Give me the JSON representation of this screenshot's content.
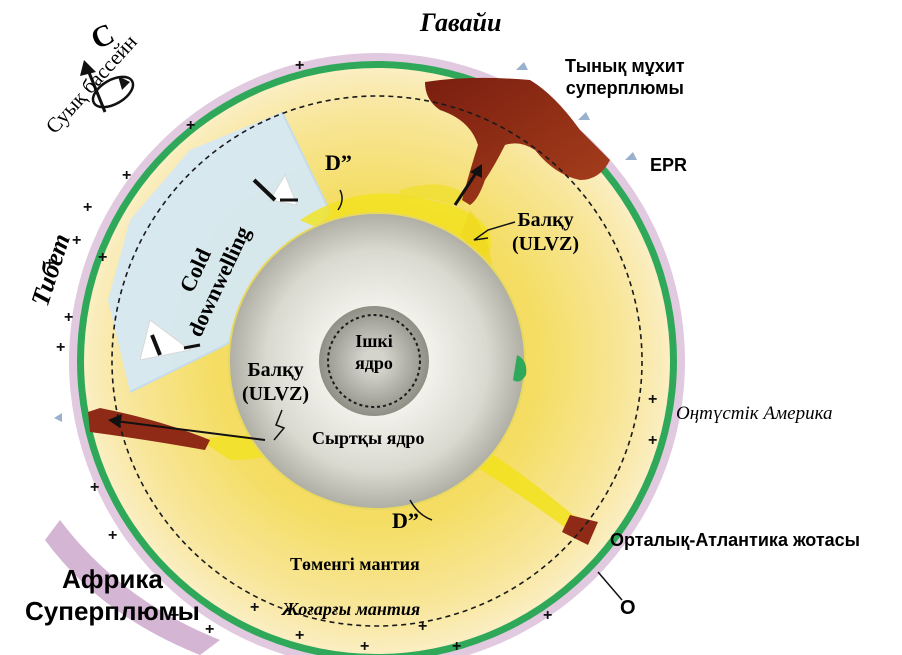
{
  "labels": {
    "hawaii": "Гавайи",
    "pacific_superplume_line1": "Тынық мұхит",
    "pacific_superplume_line2": "суперплюмы",
    "epr": "EPR",
    "cold_basin": "Суық бассейн",
    "tibet": "Тибет",
    "cold_downwelling_line1": "Cold",
    "cold_downwelling_line2": "downwelling",
    "d_double_prime_top": "D”",
    "d_double_prime_bottom": "D”",
    "ulvz_right_line1": "Балқу",
    "ulvz_right_line2": "(ULVZ)",
    "ulvz_left_line1": "Балқу",
    "ulvz_left_line2": "(ULVZ)",
    "inner_core_line1": "Ішкі",
    "inner_core_line2": "ядро",
    "outer_core": "Сыртқы ядро",
    "south_america": "Оңтүстік Америка",
    "mid_atlantic_ridge": "Орталық-Атлантика жотасы",
    "lower_mantle": "Төменгі мантия",
    "upper_mantle": "Жоғарғы мантия",
    "africa_superplume_line1": "Африка",
    "africa_superplume_line2": "Суперплюмы",
    "o_marker": "O",
    "rotation_symbol": "C"
  },
  "colors": {
    "lithosphere_ring": "#2fa85a",
    "mantle_outer": "#fbe9a8",
    "mantle_inner": "#f3dc62",
    "cold_region": "#cfe5f2",
    "plume_red": "#8f2a16",
    "hot_yellow": "#f2e21c",
    "outer_core_light": "#ecece4",
    "outer_core_dark": "#b8b8ae",
    "inner_core": "#9c9c94",
    "crust_halo": "#c9a3c9"
  }
}
